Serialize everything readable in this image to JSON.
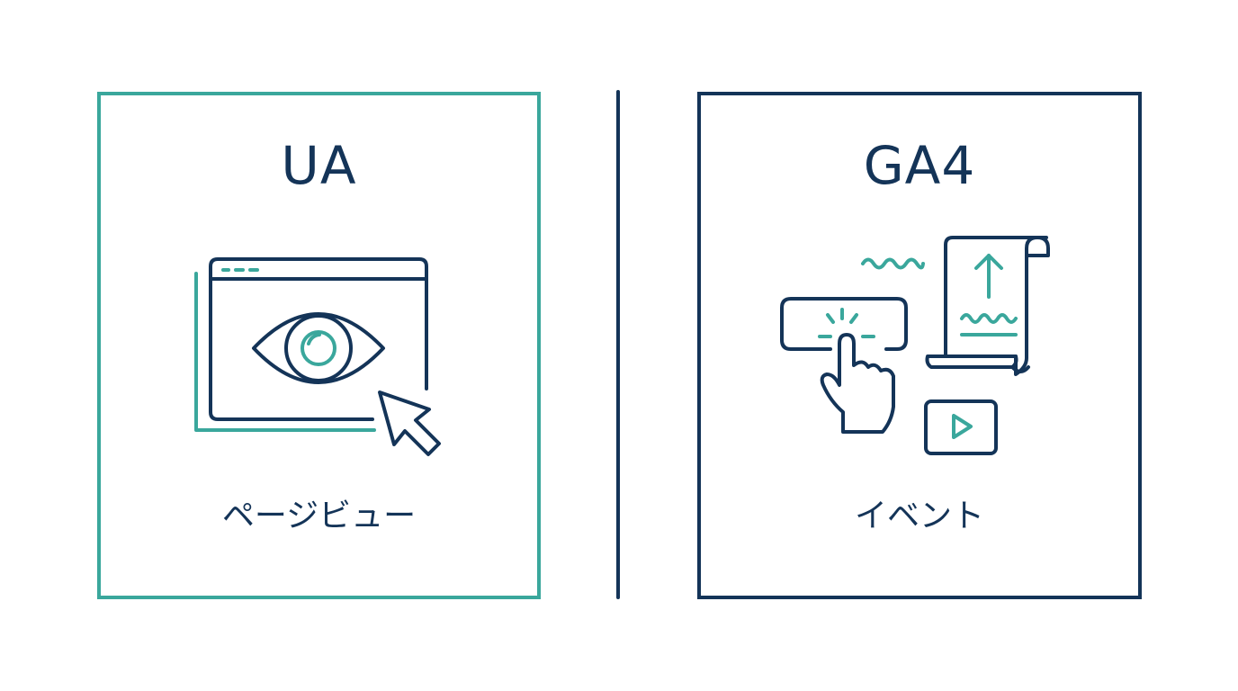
{
  "colors": {
    "navy": "#143458",
    "teal": "#3aa79c",
    "background": "#ffffff"
  },
  "left_panel": {
    "title": "UA",
    "caption": "ページビュー",
    "icons": [
      "browser-window-icon",
      "eye-icon",
      "cursor-arrow-icon"
    ]
  },
  "right_panel": {
    "title": "GA4",
    "caption": "イベント",
    "icons": [
      "click-button-icon",
      "pointing-hand-icon",
      "scroll-document-icon",
      "up-arrow-icon",
      "wave-icon",
      "video-play-icon"
    ]
  }
}
